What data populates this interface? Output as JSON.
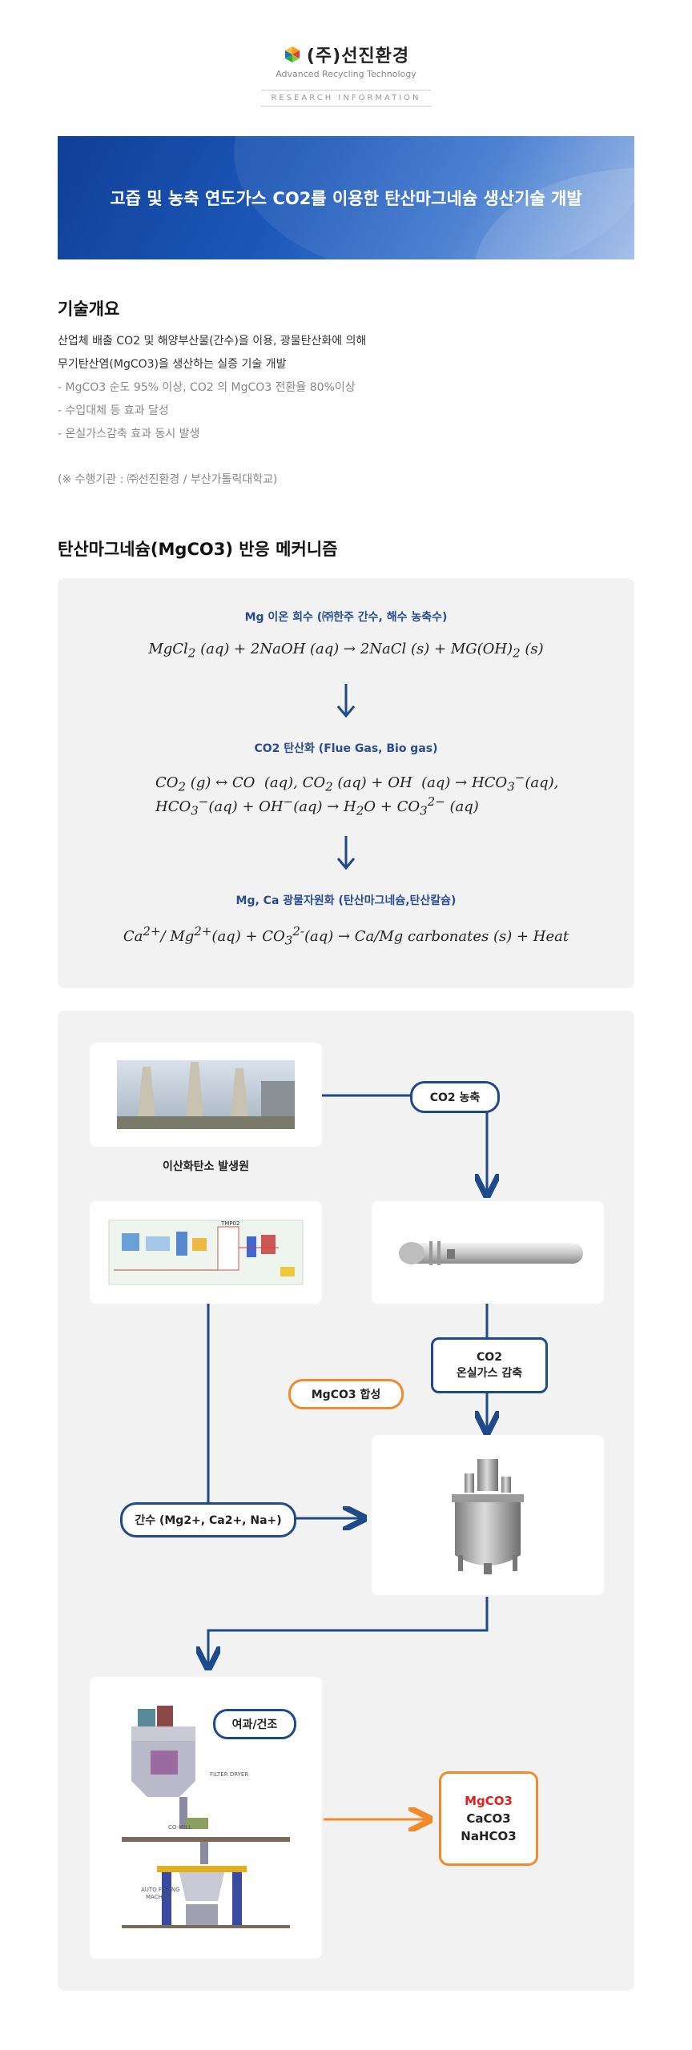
{
  "header": {
    "company": "(주)선진환경",
    "tagline": "Advanced Recycling Technology",
    "section_label": "RESEARCH INFORMATION"
  },
  "banner": {
    "title": "고즙 및 농축 연도가스 CO2를 이용한 탄산마그네슘 생산기술 개발"
  },
  "overview": {
    "title": "기술개요",
    "lines": [
      "산업체 배출 CO2 및 해양부산물(간수)을 이용, 광물탄산화에 의해",
      "무기탄산염(MgCO3)을 생산하는 실증 기술 개발",
      "- MgCO3 순도 95% 이상, CO2 의 MgCO3 전환율 80%이상",
      "- 수입대체 등 효과 달성",
      "- 온실가스감축 효과 동시 발생"
    ],
    "note": "(※ 수행기관 : ㈜선진환경 / 부산가톨릭대학교)"
  },
  "mechanism": {
    "title": "탄산마그네슘(MgCO3) 반응 메커니즘",
    "step1_title": "Mg 이온 회수 (㈜한주 간수, 해수 농축수)",
    "step2_title": "CO2 탄산화 (Flue Gas, Bio gas)",
    "step3_title": "Mg, Ca 광물자원화 (탄산마그네슘,탄산칼슘)"
  },
  "flow": {
    "source_caption": "이산화탄소 발생원",
    "co2_concentrate": "CO2 농축",
    "co2_reduction_line1": "CO2",
    "co2_reduction_line2": "온실가스 감축",
    "synthesis": "MgCO3 합성",
    "brine": "간수 (Mg2+, Ca2+, Na+)",
    "filter_dry": "여과/건조",
    "result_line1": "MgCO3",
    "result_line2": "CaCO3",
    "result_line3": "NaHCO3",
    "dryer_label_filter": "FILTER DRYER",
    "dryer_label_comill": "CO-MILL",
    "dryer_label_filling1": "AUTO FILLING",
    "dryer_label_filling2": "MACHINE",
    "process_label": "TMP02"
  },
  "colors": {
    "accent_blue": "#1f4a8a",
    "accent_orange": "#f08a2b",
    "result_red": "#e02020"
  }
}
